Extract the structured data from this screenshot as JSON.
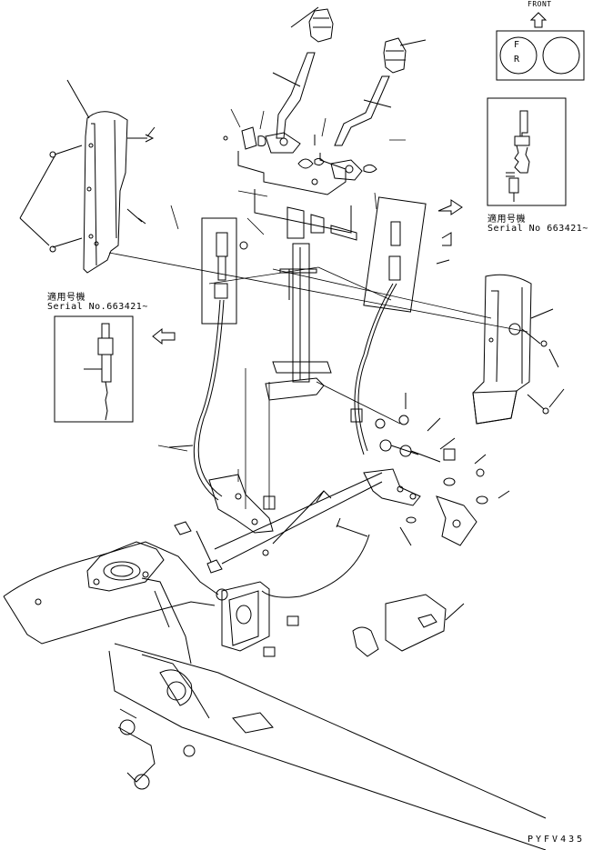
{
  "front_indicator": {
    "label": "FRONT",
    "pedal_labels": [
      "F",
      "R"
    ]
  },
  "serial_notes": {
    "upper_right": {
      "title": "適用号機",
      "serial": "Serial No 663421~"
    },
    "left": {
      "title": "適用号機",
      "serial": "Serial No.663421~"
    }
  },
  "drawing_code": "PYFV435"
}
